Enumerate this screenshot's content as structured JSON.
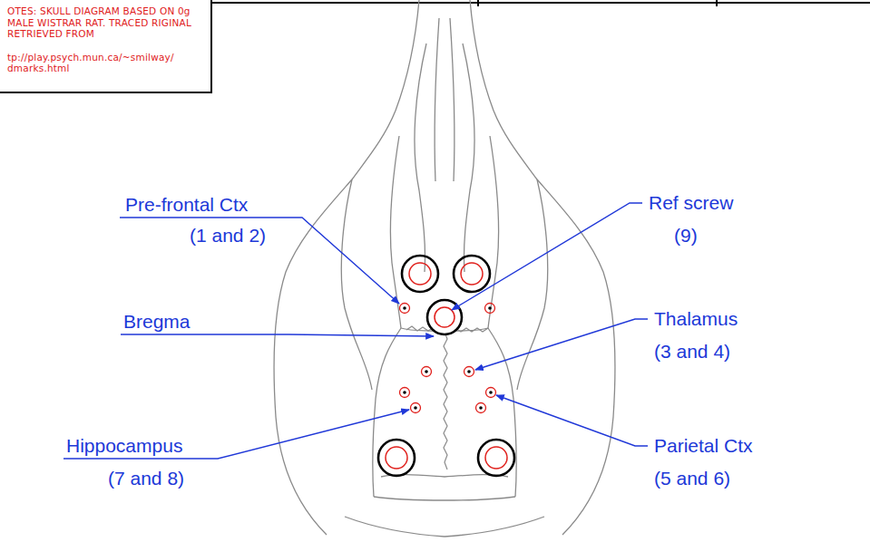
{
  "diagram": {
    "nodes": [
      {
        "text": [
          "OTES: SKULL DIAGRAM BASED ON 0g MALE WISTRAR RAT. TRACED RIGINAL RETRIEVED FROM",
          "tp://play.psych.mun.ca/~smilway/ dmarks.html"
        ]
      }
    ],
    "labels": [
      "Pre-frontal Ctx",
      "(1 and 2)",
      "Ref screw",
      "(9)",
      "Bregma",
      "Thalamus",
      "(3 and 4)",
      "Hippocampus",
      "(7 and 8)",
      "Parietal Ctx",
      "(5 and 6)"
    ]
  }
}
